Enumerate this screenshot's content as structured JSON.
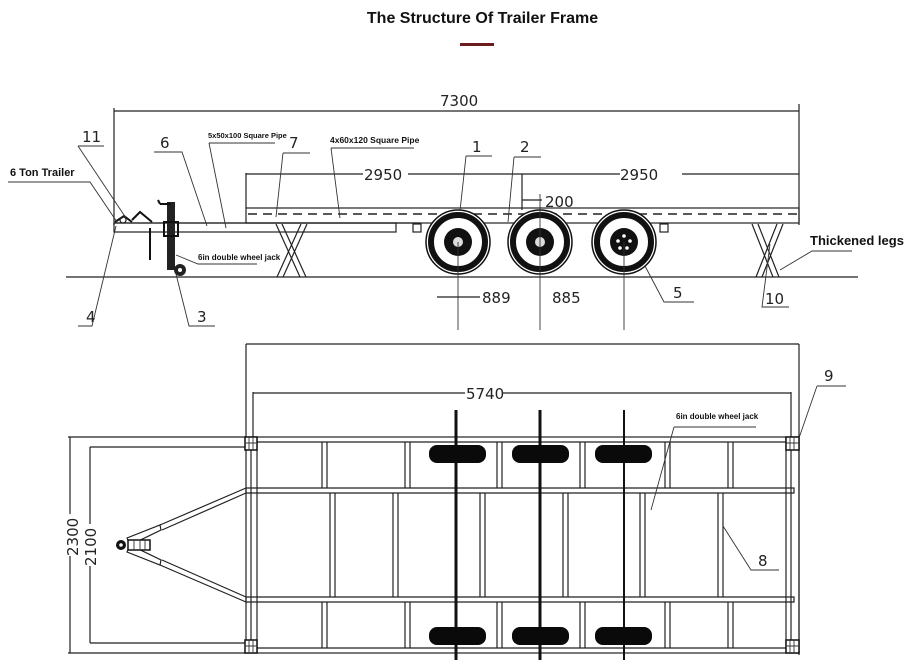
{
  "header": {
    "title": "The Structure Of Trailer Frame",
    "accent_color": "#6b1d1d"
  },
  "side_view": {
    "dimensions": {
      "overall_length": "7300",
      "front_section": "2950",
      "rear_section": "2950",
      "axle_offset": "200",
      "axle_spacing_1": "889",
      "axle_spacing_2": "885"
    },
    "annotations": {
      "trailer_type": "6 Ton Trailer",
      "square_pipe_small": "5x50x100 Square Pipe",
      "square_pipe_large": "4x60x120 Square Pipe",
      "jack": "6in double wheel jack",
      "legs": "Thickened legs"
    },
    "part_numbers": [
      "1",
      "2",
      "3",
      "4",
      "5",
      "6",
      "7",
      "10",
      "11"
    ]
  },
  "top_view": {
    "dimensions": {
      "frame_length": "5740",
      "overall_width": "2300",
      "inner_width": "2100"
    },
    "annotations": {
      "jack": "6in double wheel jack"
    },
    "part_numbers": [
      "8",
      "9"
    ]
  },
  "colors": {
    "line": "#222222",
    "tire": "#0a0a0a"
  }
}
